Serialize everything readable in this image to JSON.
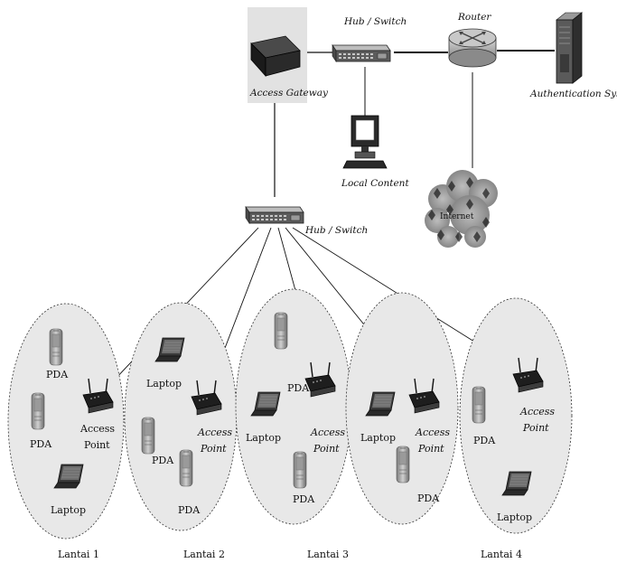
{
  "labels": {
    "hub_top": "Hub / Switch",
    "router": "Router",
    "access_gateway": "Access Gateway",
    "auth_system": "Authentication System",
    "local_content": "Local Content",
    "internet": "Internet",
    "hub_mid": "Hub / Switch"
  },
  "devices": {
    "pda": "PDA",
    "laptop": "Laptop",
    "ap_line1": "Access",
    "ap_line2": "Point"
  },
  "floors": [
    "Lantai 1",
    "Lantai 2",
    "Lantai 3",
    "Lantai 4"
  ],
  "colors": {
    "ellipse_fill": "#e8e8e8",
    "gateway_bg": "#e2e2e2",
    "line": "#111111"
  }
}
